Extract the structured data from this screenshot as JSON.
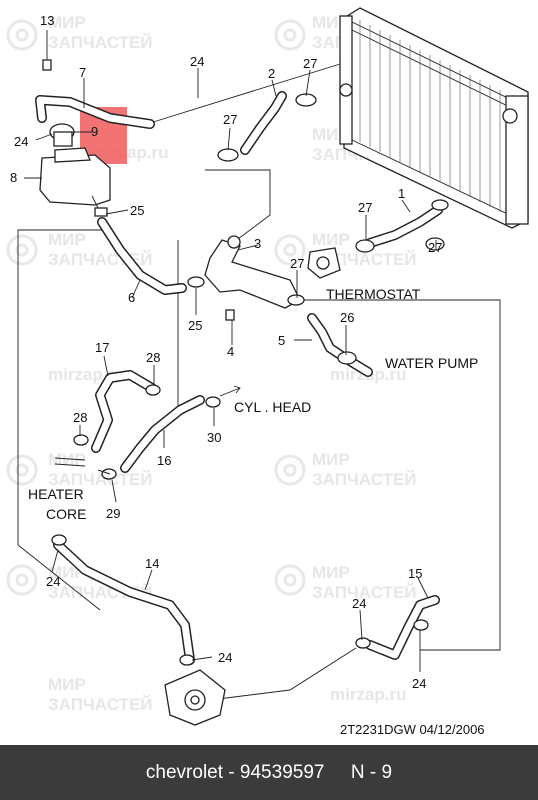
{
  "diagram": {
    "callouts": {
      "n13": "13",
      "n7": "7",
      "n24a": "24",
      "n9": "9",
      "n24b": "24",
      "n8": "8",
      "n2": "2",
      "n27a": "27",
      "n27b": "27",
      "n25a": "25",
      "n1": "1",
      "n27c": "27",
      "n27d": "27",
      "n3": "3",
      "n27e": "27",
      "n6": "6",
      "n25b": "25",
      "n4": "4",
      "n26": "26",
      "n5": "5",
      "n17": "17",
      "n28a": "28",
      "n28b": "28",
      "n30": "30",
      "n16": "16",
      "n29": "29",
      "n24c": "24",
      "n14": "14",
      "n15": "15",
      "n24d": "24",
      "n24e": "24",
      "n24f": "24"
    },
    "labels": {
      "thermostat": "THERMOSTAT",
      "water_pump": "WATER PUMP",
      "cyl_head": "CYL . HEAD",
      "heater": "HEATER",
      "core": "CORE"
    },
    "drawing_code": "2T2231DGW  04/12/2006",
    "watermark": {
      "brand_line1": "МИР",
      "brand_line2": "ЗАПЧАСТЕЙ",
      "site": "mirzap.ru"
    },
    "highlight_color": "#ee5a5a"
  },
  "footer": {
    "brand": "chevrolet",
    "separator": " - ",
    "part_number": "94539597",
    "position": "N - 9"
  }
}
